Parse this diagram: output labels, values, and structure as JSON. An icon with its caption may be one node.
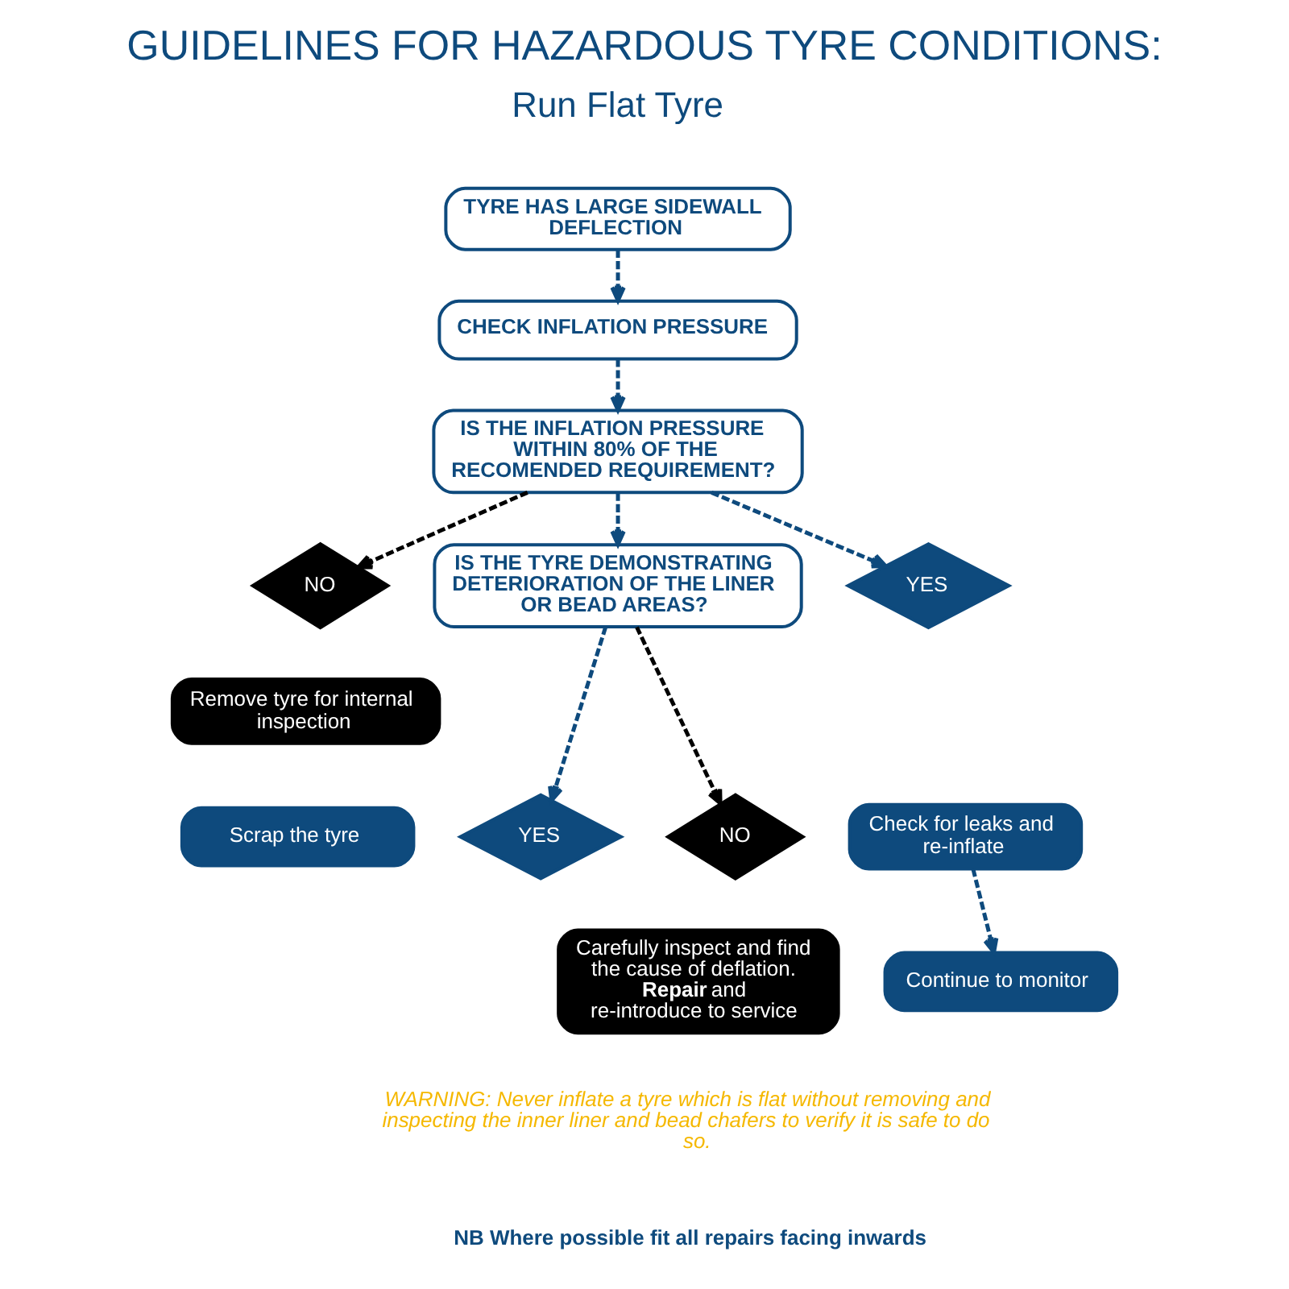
{
  "diagram": {
    "title": "GUIDELINES FOR HAZARDOUS TYRE CONDITIONS:",
    "nodes": [
      {
        "text": [
          "TYRE HAS LARGE SIDEWALL DEFLECTION"
        ]
      },
      {
        "text": [
          "CHECK INFLATION PRESSURE"
        ]
      },
      {
        "text": [
          "IS THE INFLATION PRESSURE WITHIN 80% OF THE RECOMENDED REQUIREMENT?"
        ]
      },
      {
        "text": [
          "NO"
        ]
      },
      {
        "text": [
          "Remove tyre for internal inspection"
        ]
      },
      {
        "text": [
          "YES"
        ]
      },
      {
        "text": [
          "Check for leaks and re-inflate"
        ]
      },
      {
        "text": [
          "IS THE TYRE DEMONSTRATING DETERIORATION OF THE LINER OR BEAD AREAS?"
        ]
      },
      {
        "text": [
          "YES"
        ]
      },
      {
        "text": [
          "Scrap the tyre"
        ]
      },
      {
        "text": [
          "NO"
        ]
      },
      {
        "text": [
          "Carefully inspect and find the cause of deflation. **Repair** and re-introduce to service"
        ]
      },
      {
        "text": [
          "Continue to monitor"
        ]
      }
    ],
    "edges": [
      {
        "from": 0,
        "to": 1,
        "arrow": "to",
        "style": "dashed"
      },
      {
        "from": 1,
        "to": 2,
        "arrow": "to",
        "style": "dashed"
      },
      {
        "from": 2,
        "to": 3,
        "arrow": "to",
        "style": "dashed",
        "color": "#000000"
      },
      {
        "from": 2,
        "to": 7,
        "arrow": "to",
        "style": "dashed"
      },
      {
        "from": 2,
        "to": 5,
        "arrow": "to",
        "style": "dashed"
      },
      {
        "from": 6,
        "to": 12,
        "arrow": "to",
        "style": "dashed"
      },
      {
        "from": 7,
        "to": 8,
        "arrow": "to",
        "style": "dashed"
      },
      {
        "from": 7,
        "to": 10,
        "arrow": "to",
        "style": "dashed",
        "color": "#000000"
      }
    ],
    "labels": [
      "Run Flat Tyre",
      "WARNING: Never inflate a tyre which is flat without removing and inspecting the inner liner and bead chafers to verify it is safe to do so.",
      "NB Where possible fit all repairs facing inwards"
    ]
  }
}
